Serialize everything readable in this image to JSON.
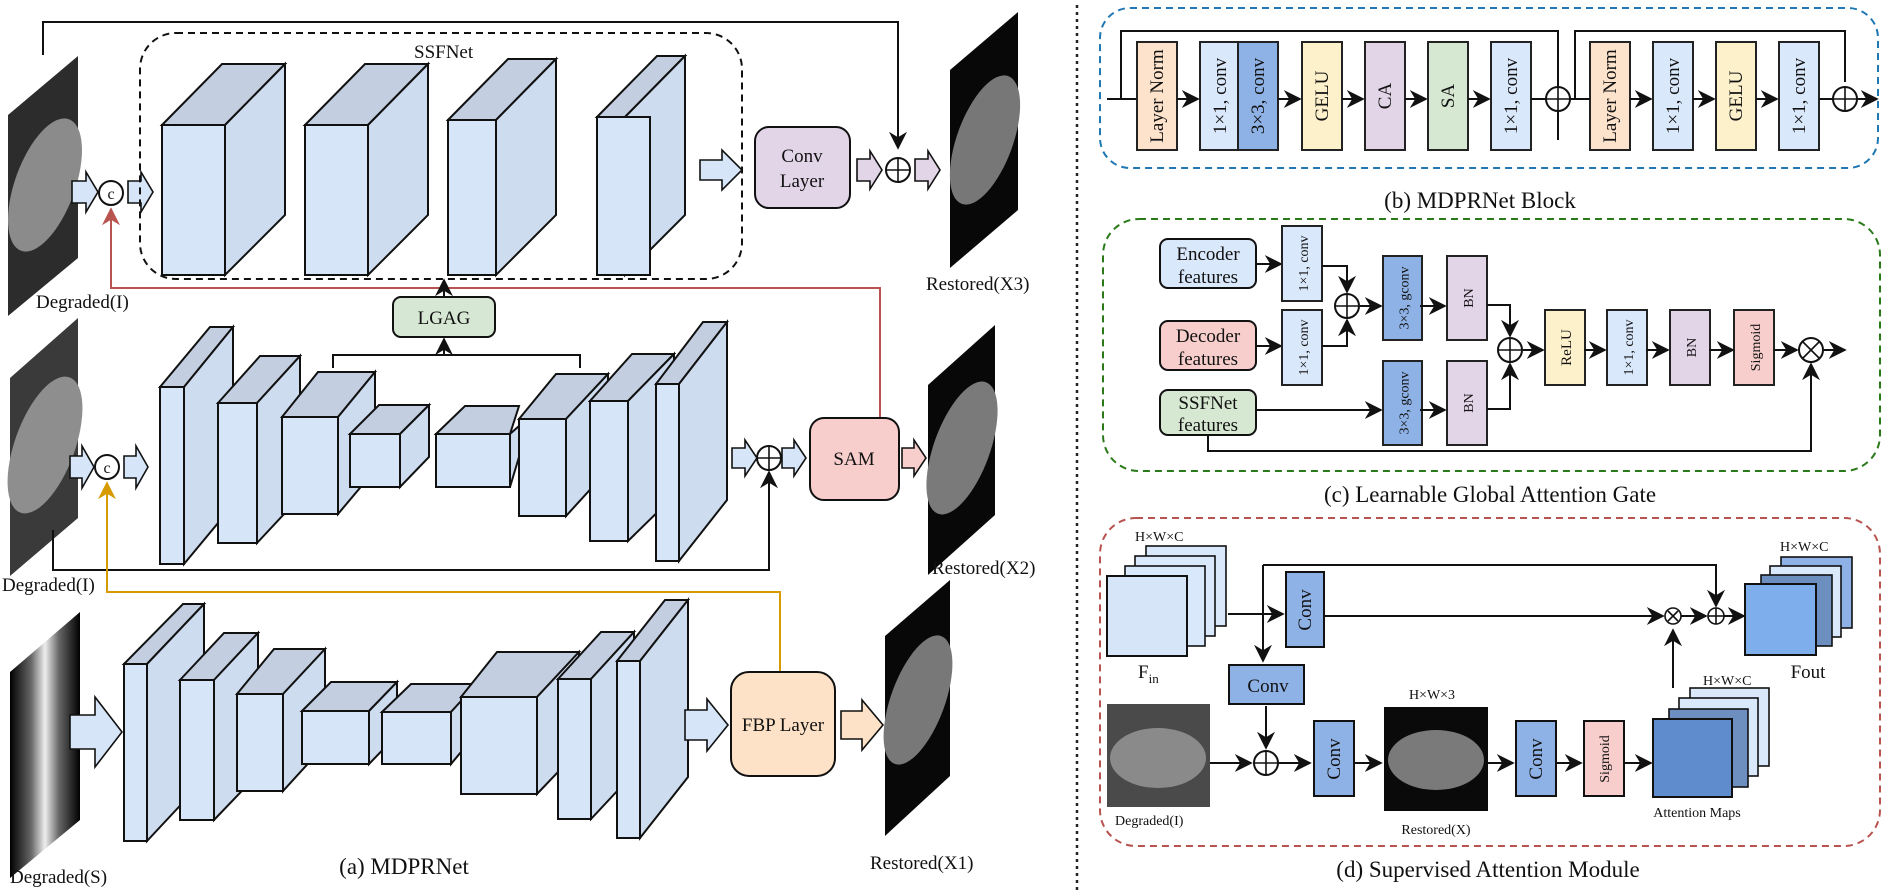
{
  "colors": {
    "block_front": "#d6e5f7",
    "block_top": "#c3cfe1",
    "block_side": "#cddcef",
    "layer_norm": "#fde2cc",
    "conv_light": "#dae8fb",
    "conv_dark": "#8fb2e6",
    "gelu": "#fdf1cc",
    "ca": "#e2d5e8",
    "sa": "#d6e8d2",
    "lgag_green": "#d6e8d4",
    "sam_pink": "#f7cecc",
    "fbp_peach": "#fde2c8",
    "conv_layer_purple": "#e2d5e8",
    "red_line": "#b85450",
    "gold_line": "#d79b00",
    "blue_dash": "#1f77b4",
    "green_dash": "#2a7a1a",
    "red_dash": "#b85450"
  },
  "panel_a": {
    "caption": "(a) MDPRNet",
    "ssfnet_label": "SSFNet",
    "conv_layer": [
      "Conv",
      "Layer"
    ],
    "lgag_label": "LGAG",
    "sam_label": "SAM",
    "fbp_label": "FBP Layer",
    "concat_symbol": "c",
    "inputs": {
      "stage3": "Degraded(I)",
      "stage2": "Degraded(I)",
      "stage1": "Degraded(S)"
    },
    "outputs": {
      "stage3": "Restored(X3)",
      "stage2": "Restored(X2)",
      "stage1": "Restored(X1)"
    }
  },
  "panel_b": {
    "caption": "(b) MDPRNet Block",
    "blocks": [
      {
        "label": "Layer Norm",
        "color": "#fde2cc"
      },
      {
        "label": "1×1, conv",
        "color": "#dae8fb"
      },
      {
        "label": "3×3, conv",
        "color": "#8fb2e6"
      },
      {
        "label": "GELU",
        "color": "#fdf1cc"
      },
      {
        "label": "CA",
        "color": "#e2d5e8"
      },
      {
        "label": "SA",
        "color": "#d6e8d2"
      },
      {
        "label": "1×1, conv",
        "color": "#dae8fb"
      },
      {
        "label": "Layer Norm",
        "color": "#fde2cc"
      },
      {
        "label": "1×1, conv",
        "color": "#dae8fb"
      },
      {
        "label": "GELU",
        "color": "#fdf1cc"
      },
      {
        "label": "1×1, conv",
        "color": "#dae8fb"
      }
    ]
  },
  "panel_c": {
    "caption": "(c) Learnable Global Attention Gate",
    "inputs": [
      {
        "line1": "Encoder",
        "line2": "features",
        "color": "#dae8fb"
      },
      {
        "line1": "Decoder",
        "line2": "features",
        "color": "#f7cecc"
      },
      {
        "line1": "SSFNet",
        "line2": "features",
        "color": "#d6e8d2"
      }
    ],
    "conv1x1": "1×1, conv",
    "gconv": "3×3, gconv",
    "bn": "BN",
    "relu": "ReLU",
    "sigmoid": "Sigmoid"
  },
  "panel_d": {
    "caption": "(d) Supervised Attention Module",
    "fin_dims": "H×W×C",
    "fin_label": "F",
    "fin_sub": "in",
    "conv": "Conv",
    "degraded_label": "Degraded(I)",
    "restored_dims": "H×W×3",
    "restored_label": "Restored(X)",
    "sigmoid": "Sigmoid",
    "attn_dims": "H×W×C",
    "attn_label": "Attention Maps",
    "fout_dims": "H×W×C",
    "fout_label": "Fout"
  }
}
